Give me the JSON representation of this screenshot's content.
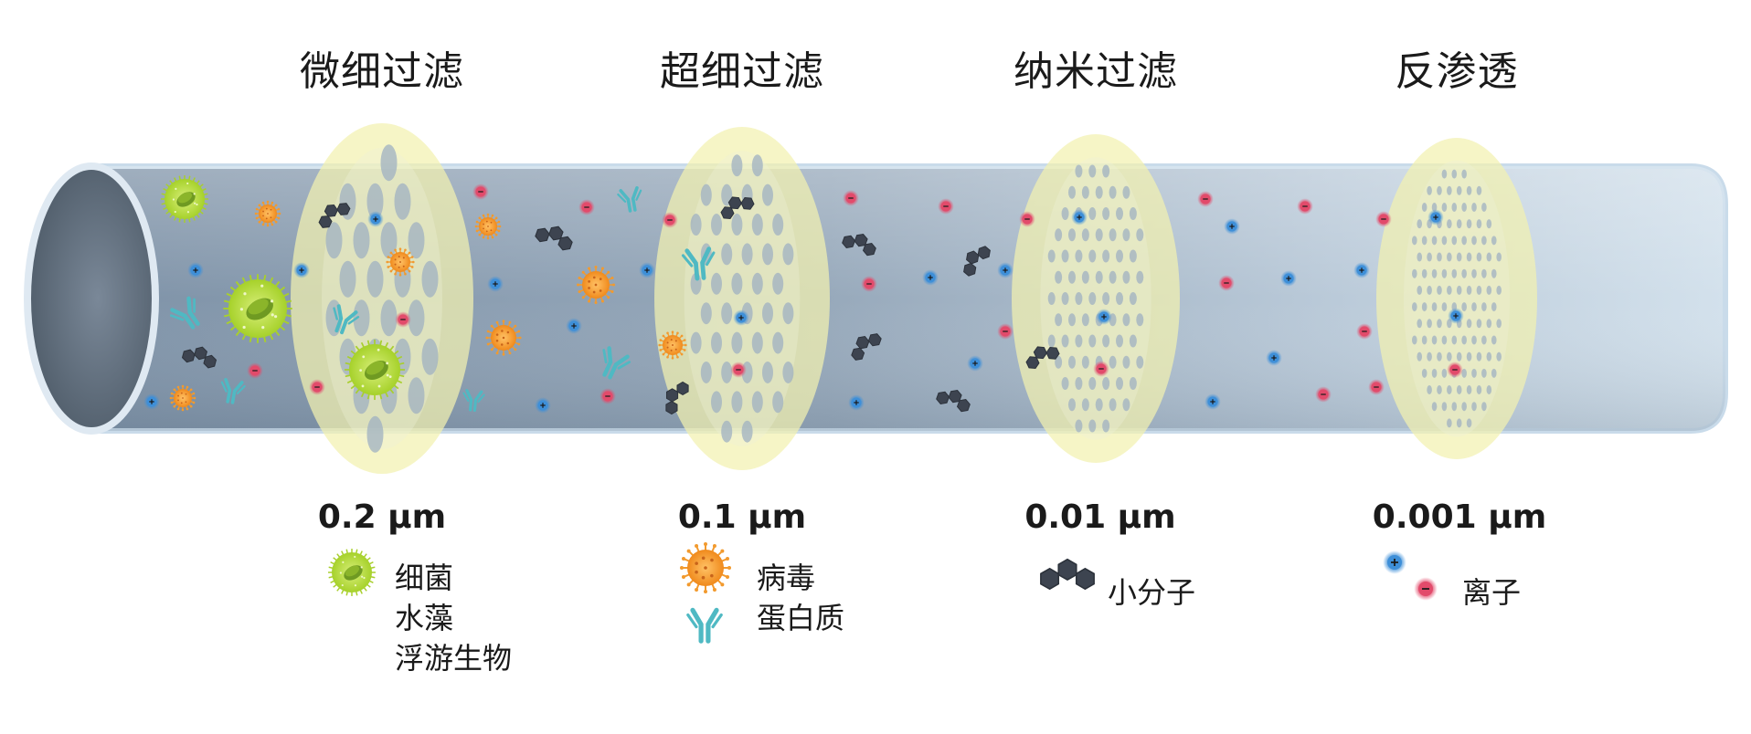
{
  "stages": [
    {
      "title": "微细过滤",
      "size": "0.2 μm",
      "items": [
        "细菌",
        "水藻",
        "浮游生物"
      ]
    },
    {
      "title": "超细过滤",
      "size": "0.1 μm",
      "items": [
        "病毒",
        "蛋白质"
      ]
    },
    {
      "title": "纳米过滤",
      "size": "0.01 μm",
      "items": [
        "小分子"
      ]
    },
    {
      "title": "反渗透",
      "size": "0.001 μm",
      "items": [
        "离子"
      ]
    }
  ],
  "colors": {
    "pipe": "#8ea3b8",
    "membrane": "#f3f1b0",
    "bacteria": "#b7dd3c",
    "virus": "#f5a33c",
    "protein": "#4fb9c3",
    "molecule": "#3d4450",
    "ion_positive": "#3e8fd8",
    "ion_negative": "#e24b6b"
  },
  "icons": [
    "bacteria-icon",
    "virus-icon",
    "protein-icon",
    "molecule-icon",
    "ion-positive-icon",
    "ion-negative-icon"
  ]
}
